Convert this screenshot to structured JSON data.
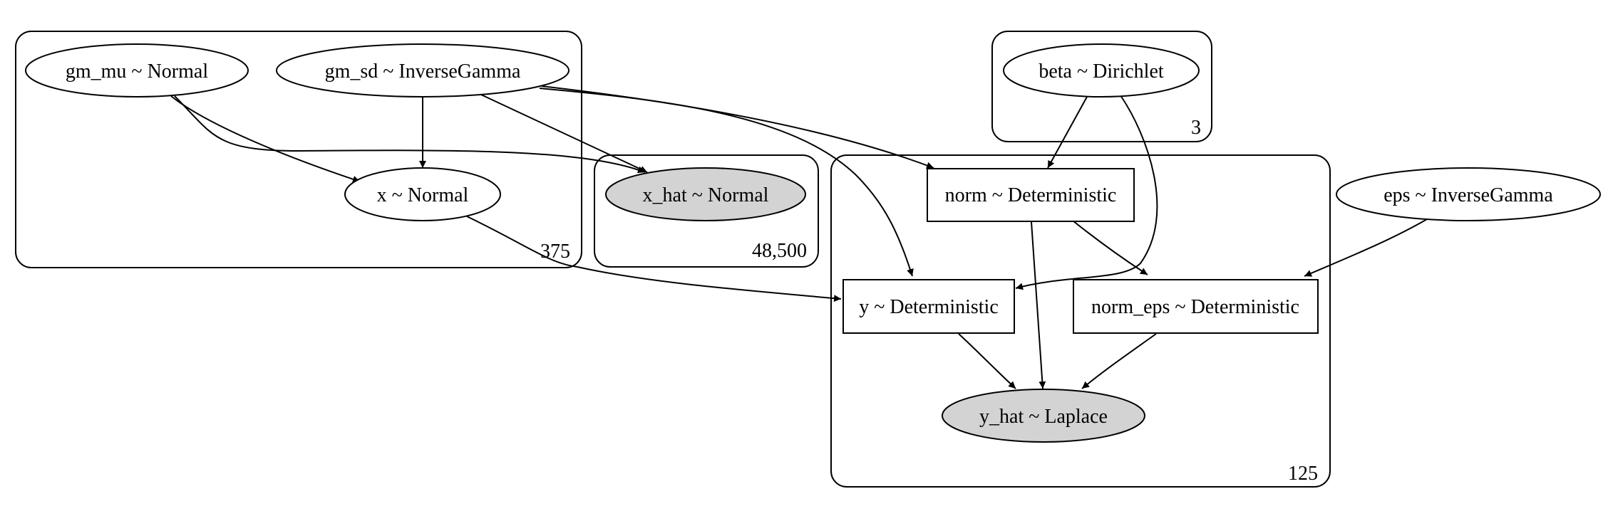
{
  "graph": {
    "colors": {
      "observed_fill": "#d3d3d3",
      "latent_fill": "#ffffff",
      "stroke": "#000000"
    },
    "plates": {
      "p375": {
        "label": "375"
      },
      "p48500": {
        "label": "48,500"
      },
      "p3": {
        "label": "3"
      },
      "p125": {
        "label": "125"
      }
    },
    "nodes": {
      "gm_mu": {
        "label": "gm_mu ~ Normal",
        "observed": false,
        "shape": "ellipse"
      },
      "gm_sd": {
        "label": "gm_sd ~ InverseGamma",
        "observed": false,
        "shape": "ellipse"
      },
      "x": {
        "label": "x ~ Normal",
        "observed": false,
        "shape": "ellipse"
      },
      "x_hat": {
        "label": "x_hat ~ Normal",
        "observed": true,
        "shape": "ellipse"
      },
      "beta": {
        "label": "beta ~ Dirichlet",
        "observed": false,
        "shape": "ellipse"
      },
      "eps": {
        "label": "eps ~ InverseGamma",
        "observed": false,
        "shape": "ellipse"
      },
      "norm": {
        "label": "norm ~ Deterministic",
        "observed": false,
        "shape": "box"
      },
      "y": {
        "label": "y ~ Deterministic",
        "observed": false,
        "shape": "box"
      },
      "norm_eps": {
        "label": "norm_eps ~ Deterministic",
        "observed": false,
        "shape": "box"
      },
      "y_hat": {
        "label": "y_hat ~ Laplace",
        "observed": true,
        "shape": "ellipse"
      }
    },
    "edges": [
      {
        "from": "gm_mu",
        "to": "x"
      },
      {
        "from": "gm_mu",
        "to": "x_hat"
      },
      {
        "from": "gm_sd",
        "to": "x"
      },
      {
        "from": "gm_sd",
        "to": "x_hat"
      },
      {
        "from": "gm_sd",
        "to": "norm"
      },
      {
        "from": "gm_sd",
        "to": "y"
      },
      {
        "from": "x",
        "to": "y"
      },
      {
        "from": "beta",
        "to": "norm"
      },
      {
        "from": "beta",
        "to": "y"
      },
      {
        "from": "norm",
        "to": "norm_eps"
      },
      {
        "from": "norm",
        "to": "y_hat"
      },
      {
        "from": "eps",
        "to": "norm_eps"
      },
      {
        "from": "y",
        "to": "y_hat"
      },
      {
        "from": "norm_eps",
        "to": "y_hat"
      }
    ]
  }
}
